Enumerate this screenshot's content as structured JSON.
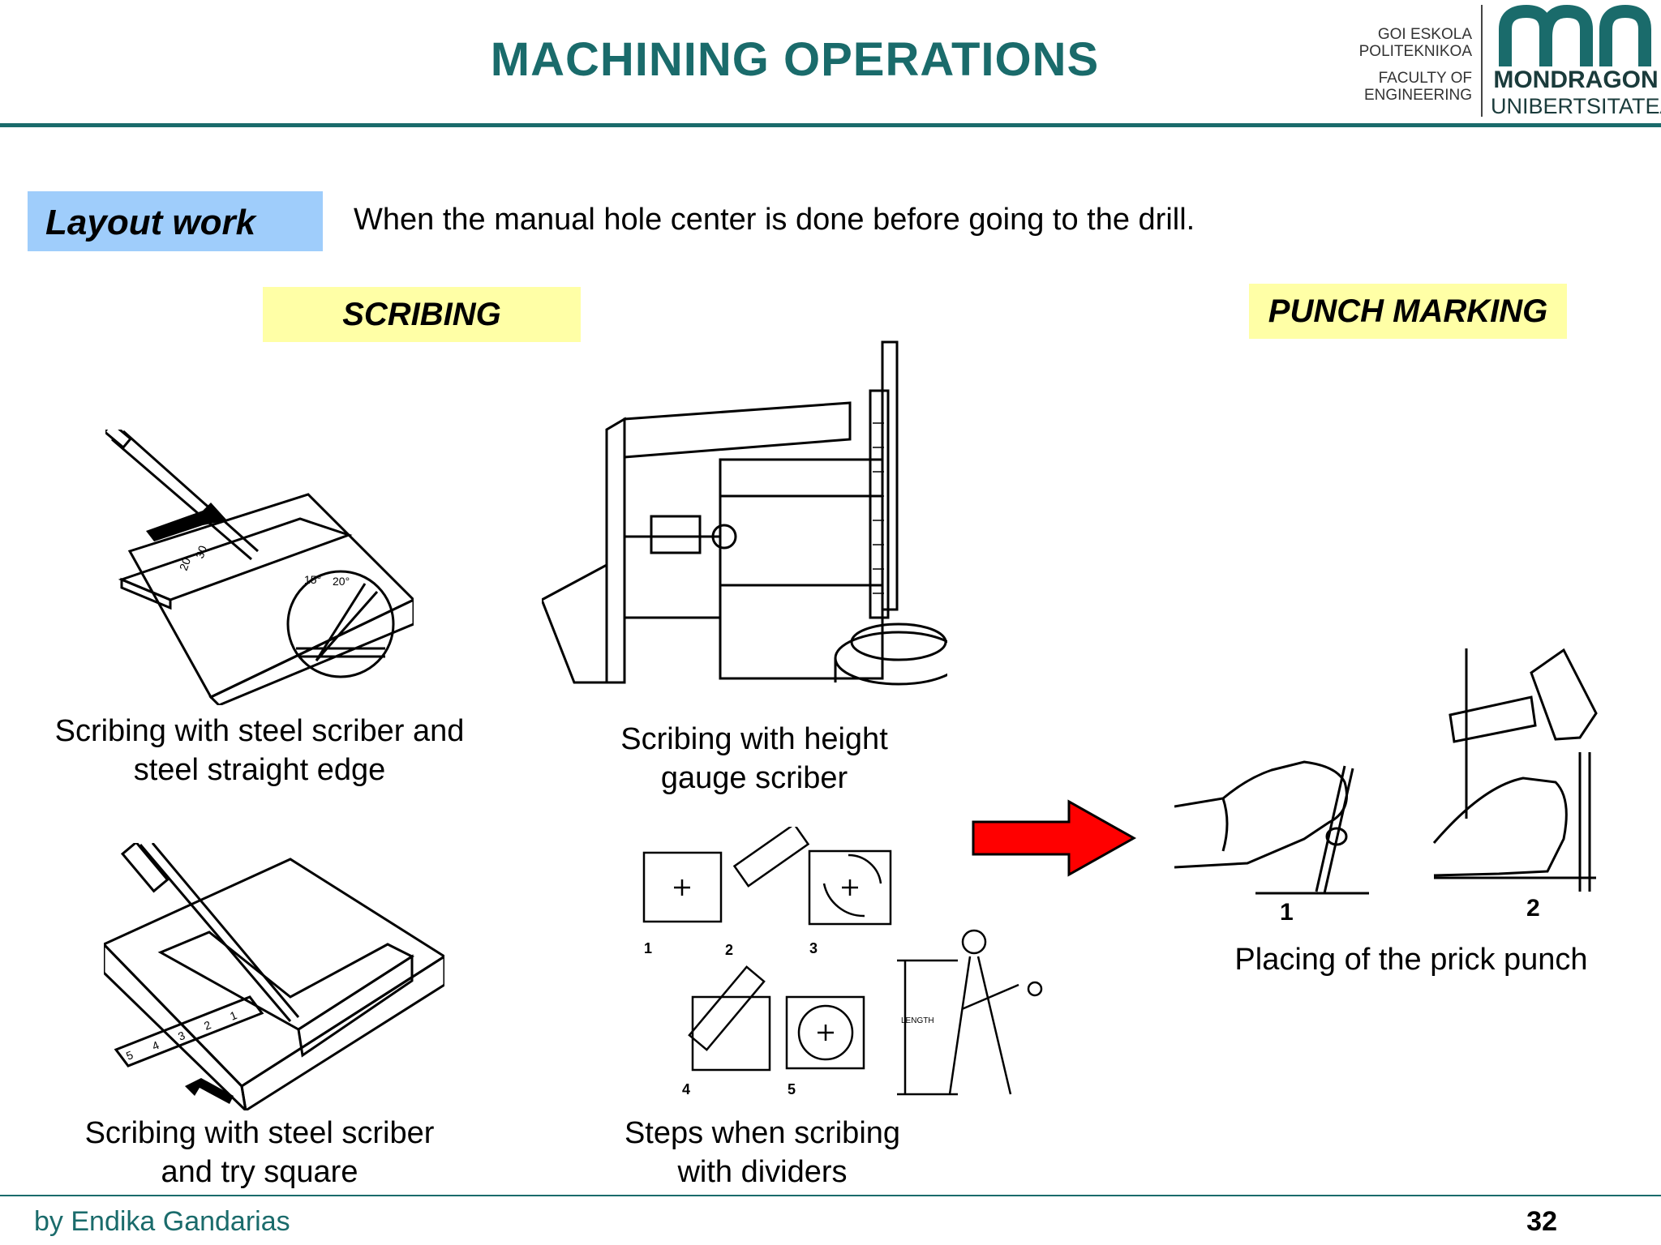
{
  "header": {
    "title": "MACHINING OPERATIONS",
    "logo_lines": [
      "GOI ESKOLA",
      "POLITEKNIKOA",
      "FACULTY OF",
      "ENGINEERING"
    ],
    "logo_name_1": "MONDRAGON",
    "logo_name_2": "UNIBERTSITATEA",
    "brand_color": "#1a6b6b"
  },
  "layout_work": {
    "label": "Layout work",
    "description": "When the manual hole center is done before going to the drill."
  },
  "sections": {
    "scribing": "SCRIBING",
    "punch_marking": "PUNCH MARKING"
  },
  "figures": {
    "scriber_straight_edge": {
      "line1": "Scribing with steel scriber and",
      "line2": "steel straight edge",
      "ruler_marks": [
        "20",
        "30",
        "15°",
        "20°"
      ]
    },
    "height_gauge": {
      "line1": "Scribing with height",
      "line2": "gauge scriber"
    },
    "scriber_try_square": {
      "line1": "Scribing with steel scriber",
      "line2": "and try square",
      "ruler_numbers": [
        "5",
        "4",
        "3",
        "2",
        "1"
      ]
    },
    "dividers": {
      "line1": "Steps when scribing",
      "line2": "with dividers",
      "step_numbers": [
        "1",
        "2",
        "3",
        "4",
        "5"
      ],
      "length_label": "LENGTH"
    },
    "prick_punch": {
      "caption": "Placing of the prick punch",
      "step1": "1",
      "step2": "2"
    }
  },
  "footer": {
    "author": "by Endika Gandarias",
    "page": "32"
  }
}
